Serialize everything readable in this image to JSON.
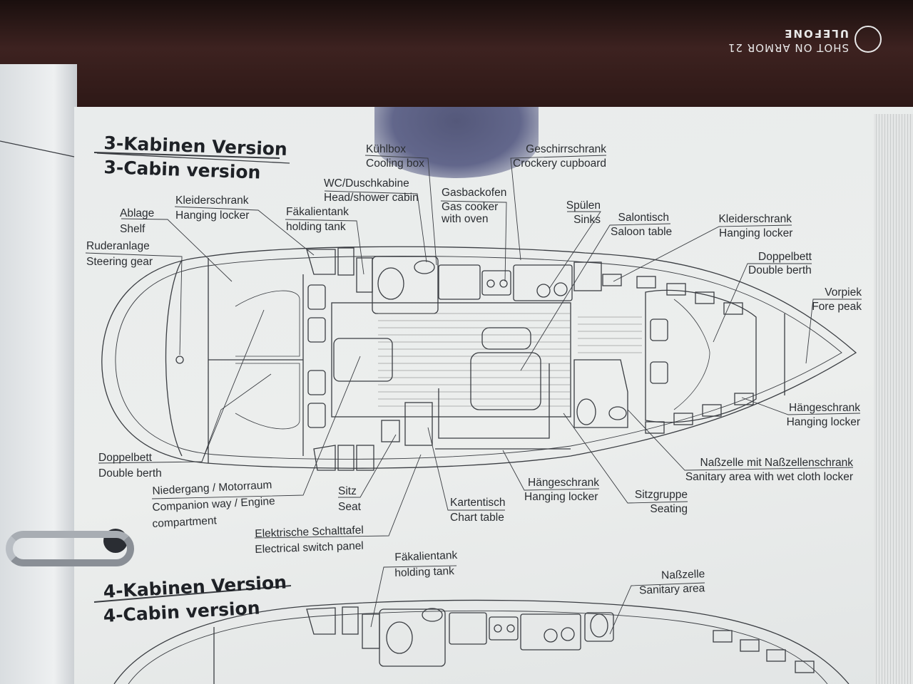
{
  "watermark": {
    "line1": "SHOT ON ARMOR 21",
    "line2": "ULEFONE"
  },
  "sections": {
    "three_cabin": {
      "title_de": "3-Kabinen Version",
      "title_en": "3-Cabin version"
    },
    "four_cabin": {
      "title_de": "4-Kabinen Version",
      "title_en": "4-Cabin version"
    }
  },
  "labels": {
    "kuehlbox": {
      "de": "Kühlbox",
      "en": "Cooling box"
    },
    "geschirrschrank": {
      "de": "Geschirrschrank",
      "en": "Crockery cupboard"
    },
    "wc": {
      "de": "WC/Duschkabine",
      "en": "Head/shower cabin"
    },
    "gasbackofen": {
      "de": "Gasbackofen",
      "en1": "Gas cooker",
      "en2": "with oven"
    },
    "kleiderschrank_aft": {
      "de": "Kleiderschrank",
      "en": "Hanging locker"
    },
    "ablage": {
      "de": "Ablage",
      "en": "Shelf"
    },
    "faekalientank": {
      "de": "Fäkalientank",
      "en": "holding tank"
    },
    "spuelen": {
      "de": "Spülen",
      "en": "Sinks"
    },
    "salontisch": {
      "de": "Salontisch",
      "en": "Saloon table"
    },
    "kleiderschrank_fwd": {
      "de": "Kleiderschrank",
      "en": "Hanging locker"
    },
    "ruderanlage": {
      "de": "Ruderanlage",
      "en": "Steering gear"
    },
    "doppelbett_fwd": {
      "de": "Doppelbett",
      "en": "Double berth"
    },
    "vorpiek": {
      "de": "Vorpiek",
      "en": "Fore peak"
    },
    "haengeschrank_fwd": {
      "de": "Hängeschrank",
      "en": "Hanging locker"
    },
    "doppelbett_aft": {
      "de": "Doppelbett",
      "en": "Double berth"
    },
    "nasszelle_schrank": {
      "de": "Naßzelle mit Naßzellenschrank",
      "en": "Sanitary area with wet cloth locker"
    },
    "niedergang": {
      "de": "Niedergang / Motorraum",
      "en1": "Companion way / Engine",
      "en2": "compartment"
    },
    "haengeschrank_mid": {
      "de": "Hängeschrank",
      "en": "Hanging locker"
    },
    "sitz": {
      "de": "Sitz",
      "en": "Seat"
    },
    "sitzgruppe": {
      "de": "Sitzgruppe",
      "en": "Seating"
    },
    "kartentisch": {
      "de": "Kartentisch",
      "en": "Chart table"
    },
    "schalttafel": {
      "de": "Elektrische Schalttafel",
      "en": "Electrical switch panel"
    },
    "faekalientank_4": {
      "de": "Fäkalientank",
      "en": "holding tank"
    },
    "nasszelle_4": {
      "de": "Naßzelle",
      "en": "Sanitary area"
    }
  },
  "colors": {
    "ink": "#2a2d31",
    "page": "#eceeed"
  }
}
